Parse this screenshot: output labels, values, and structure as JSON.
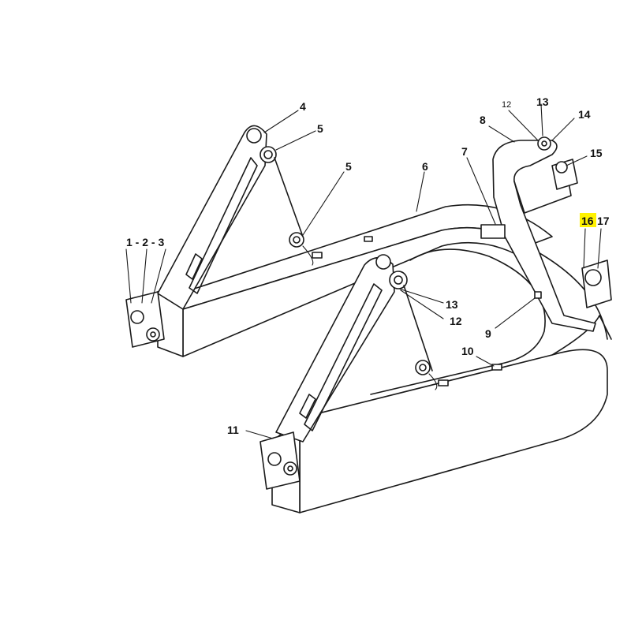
{
  "highlight_color": "#fff200",
  "labels": {
    "l4": "4",
    "l5a": "5",
    "l5b": "5",
    "l6": "6",
    "l7": "7",
    "l8": "8",
    "l12a": "12",
    "l13a": "13",
    "l14": "14",
    "l15": "15",
    "l16": "16",
    "l17": "17",
    "l123": "1 - 2 - 3",
    "l13b": "13",
    "l12b": "12",
    "l9": "9",
    "l10": "10",
    "l11": "11"
  }
}
